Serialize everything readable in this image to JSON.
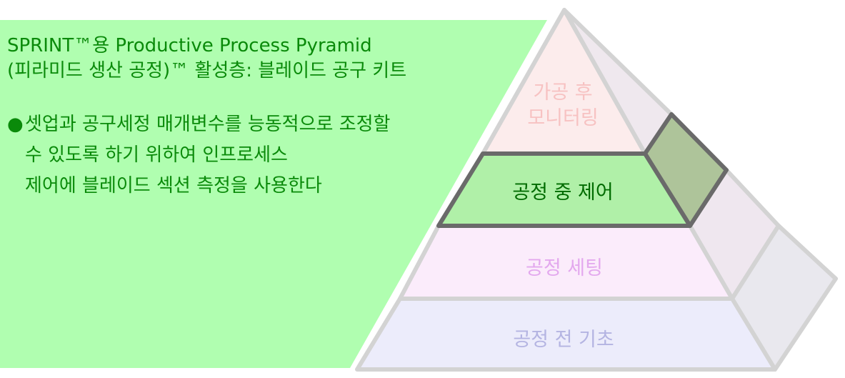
{
  "title": {
    "line1": "SPRINT™용 Productive Process Pyramid",
    "line2": "(피라미드 생산 공정)™ 활성층: 블레이드 공구 키트"
  },
  "bullet": {
    "marker": "●",
    "line1": "셋업과 공구세정 매개변수를 능동적으로 조정할",
    "line2": "수 있도록 하기 위하여 인프로세스",
    "line3": "제어에 블레이드 섹션 측정을 사용한다"
  },
  "pyramid": {
    "layers": [
      {
        "line1": "가공 후",
        "line2": "모니터링",
        "color": "#f7c2c2"
      },
      {
        "label": "공정 중 제어",
        "color": "#006b00"
      },
      {
        "label": "공정 세팅",
        "color": "#e3a8ee"
      },
      {
        "label": "공정 전 기초",
        "color": "#b4b4e2"
      }
    ]
  },
  "colors": {
    "background_panel": "#b0feb0",
    "text_green": "#0a8a0a",
    "active_layer_fill": "#b0f0a8",
    "active_side_fill": "#aec49a",
    "outline_gray": "#d3d3d3",
    "active_outline": "#6a6a6a"
  }
}
